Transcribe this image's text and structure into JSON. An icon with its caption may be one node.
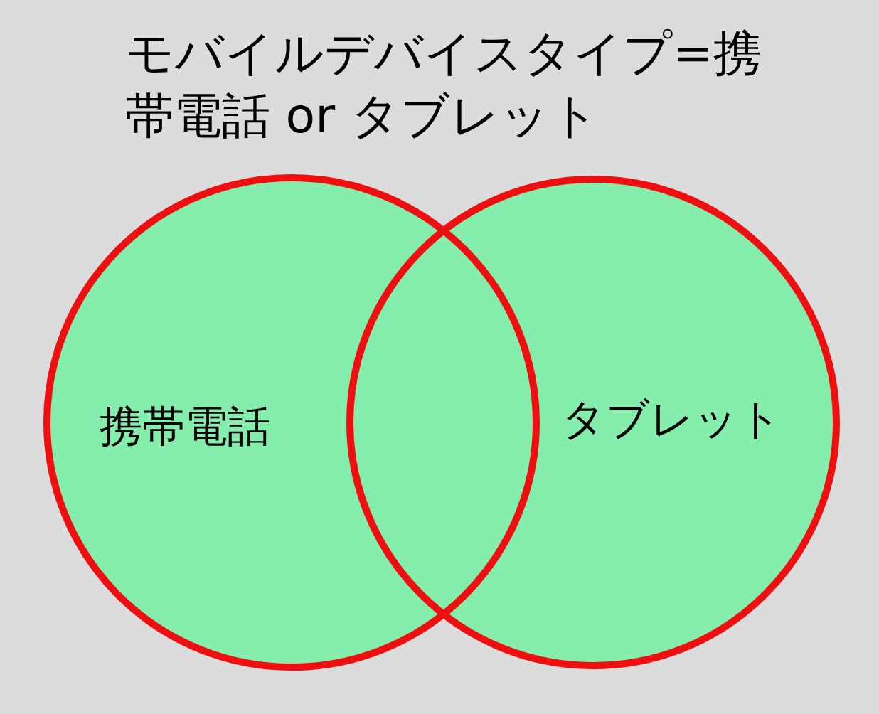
{
  "diagram": {
    "title": "モバイルデバイスタイプ=携帯電話 or タブレット",
    "nodes": [
      {
        "text": [
          "携帯電話"
        ]
      },
      {
        "text": [
          "タブレット"
        ]
      }
    ]
  }
}
